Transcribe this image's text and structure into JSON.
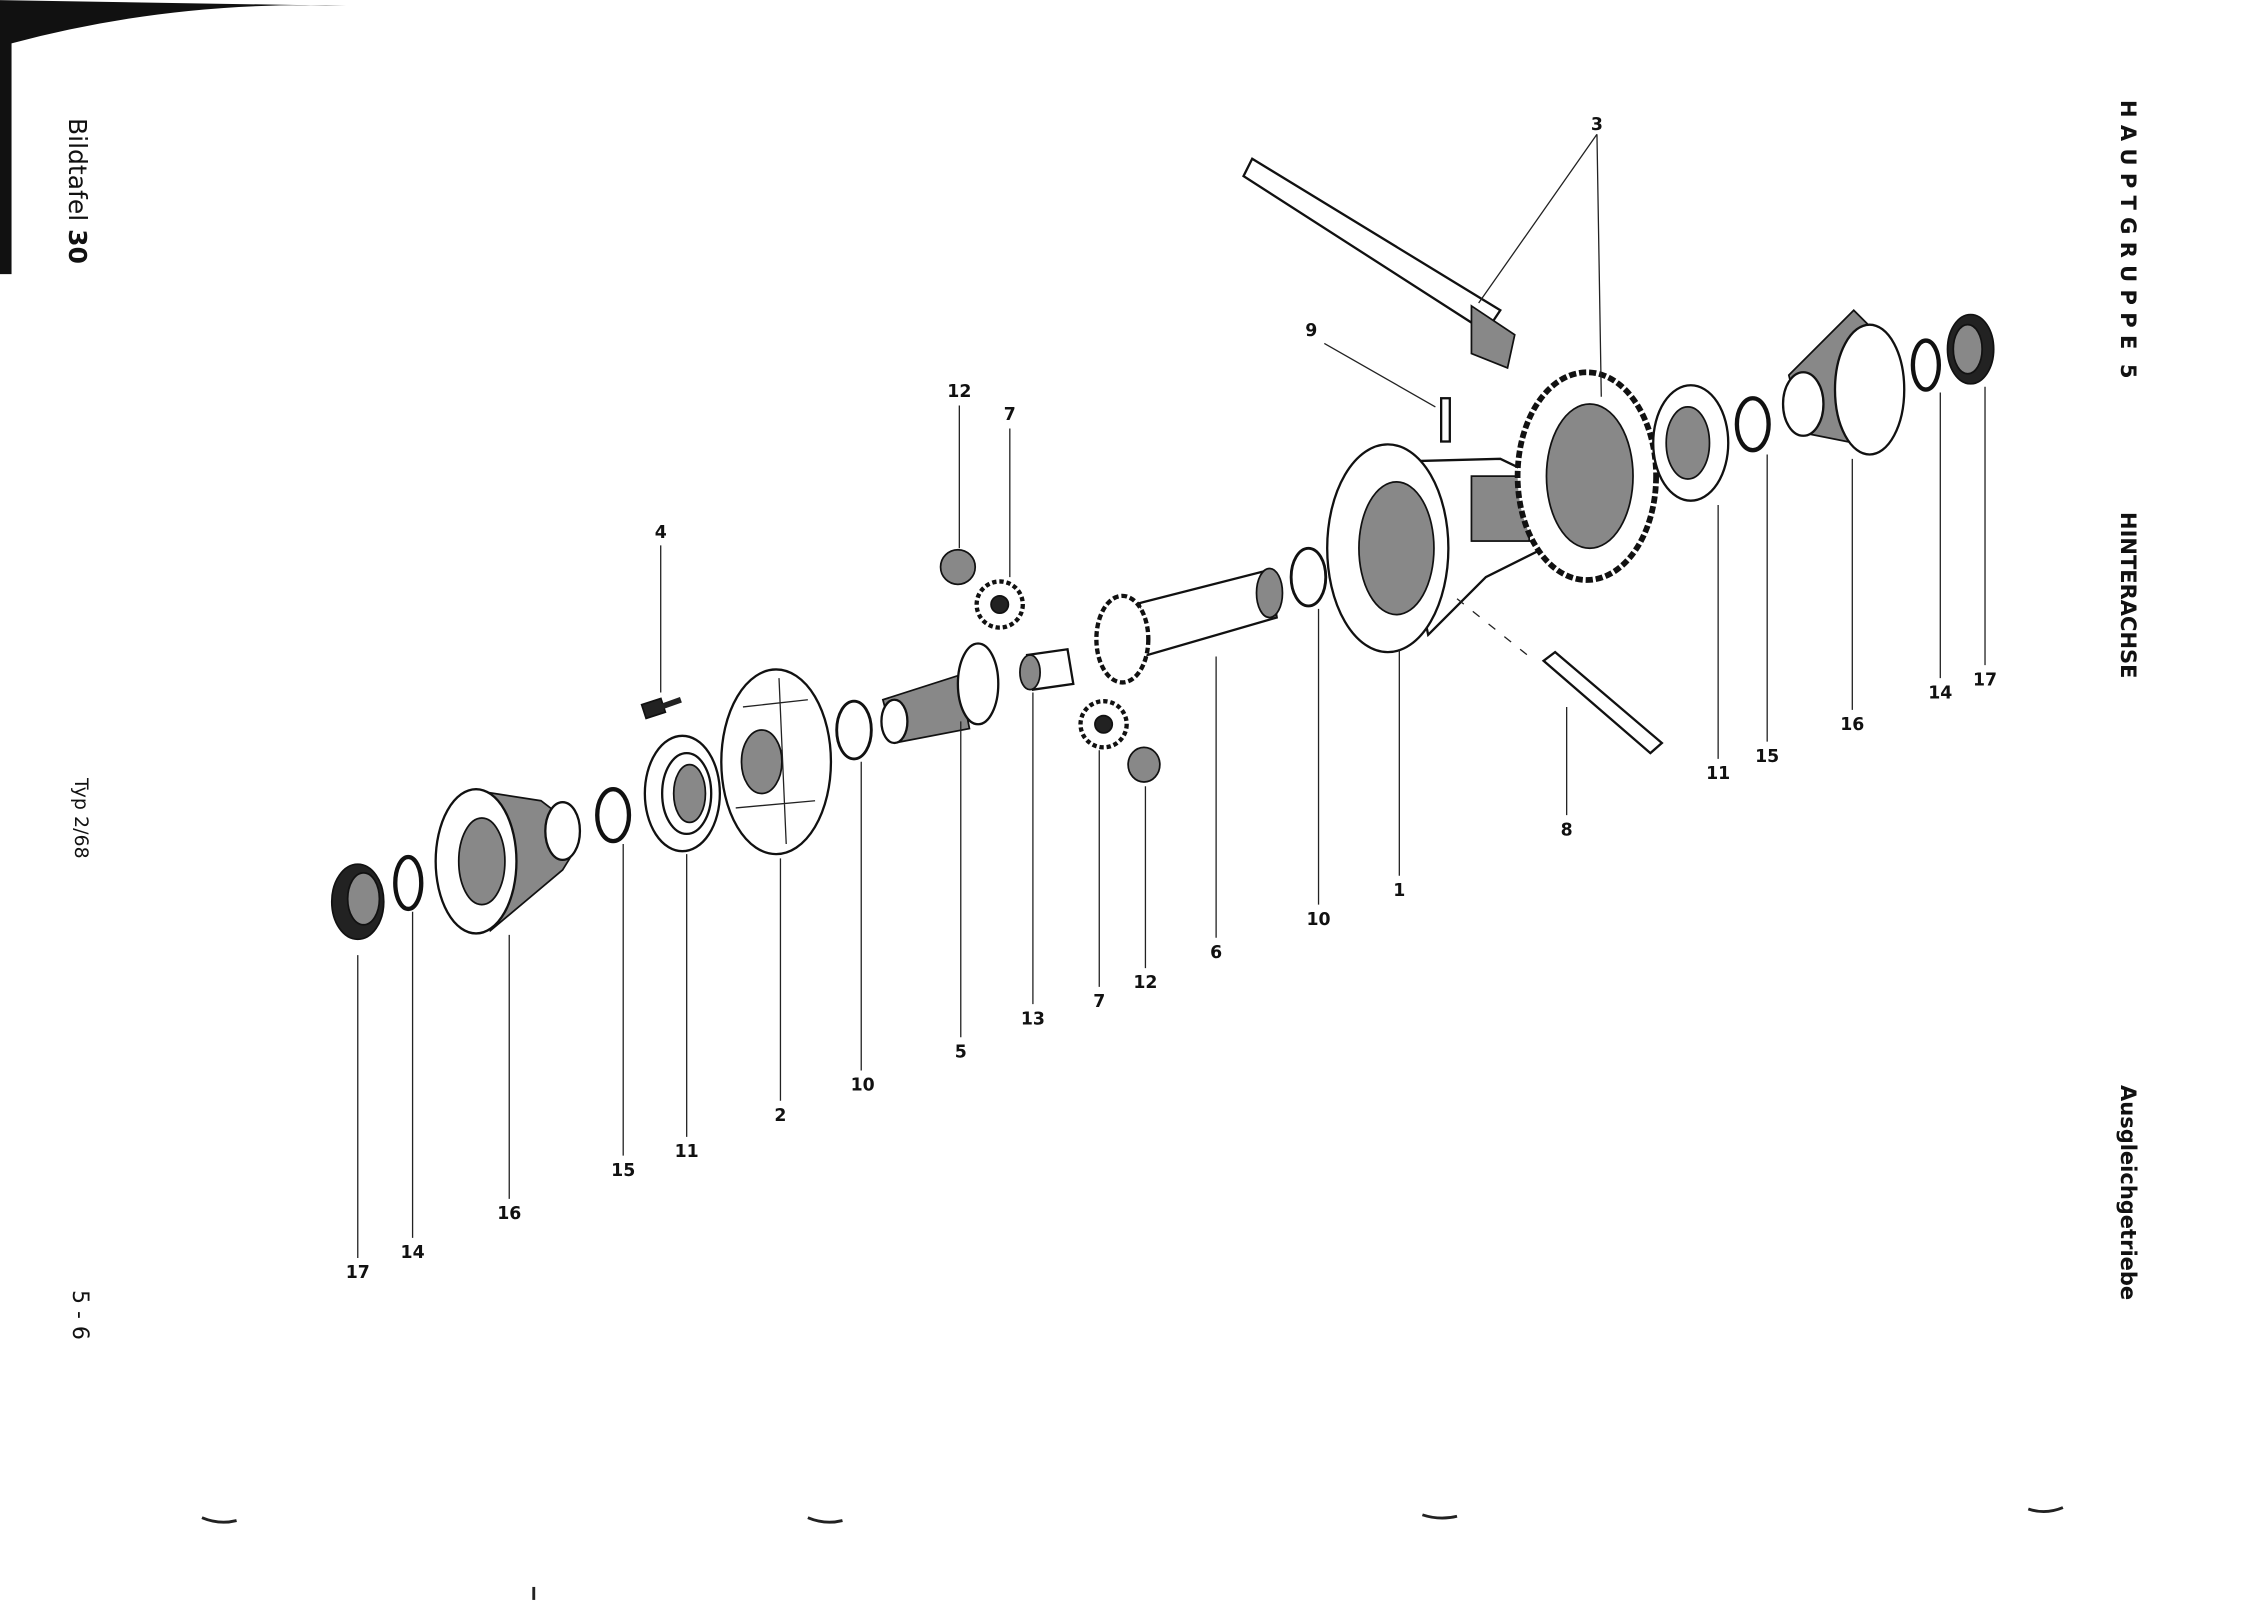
{
  "left_margin": {
    "plate": "Bildtafel",
    "plate_number": "30",
    "type": "Typ 2/68",
    "page": "5 - 6"
  },
  "right_margin": {
    "group": "H A U P T G R U P P E  5",
    "section": "HINTERACHSE",
    "subsection": "Ausgleichgetriebe"
  },
  "callouts": [
    "3",
    "9",
    "12",
    "7",
    "4",
    "10",
    "5",
    "13",
    "7",
    "12",
    "6",
    "10",
    "1",
    "8",
    "11",
    "15",
    "16",
    "14",
    "17",
    "2",
    "11",
    "15",
    "16",
    "14",
    "17"
  ]
}
